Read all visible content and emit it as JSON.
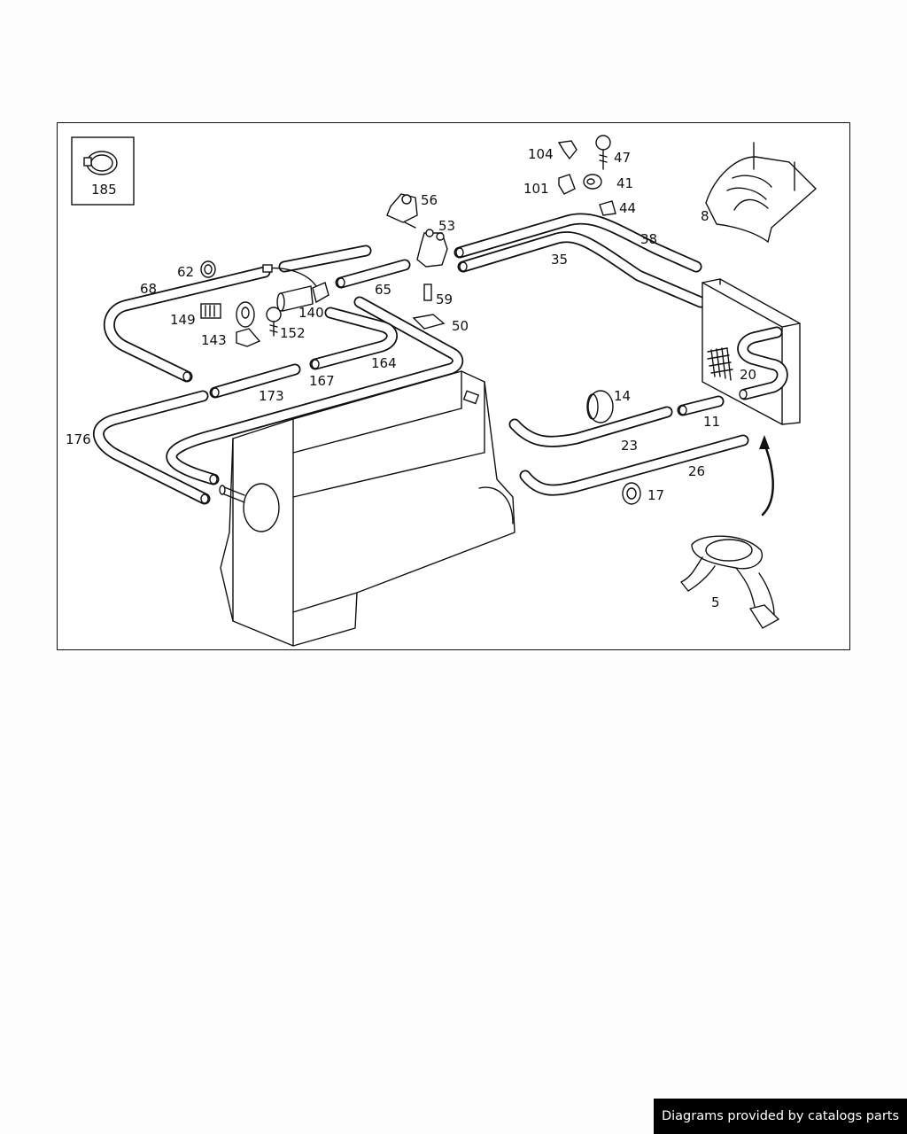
{
  "diagram": {
    "inset_label": "185",
    "callouts": [
      {
        "id": "c104",
        "text": "104"
      },
      {
        "id": "c47",
        "text": "47"
      },
      {
        "id": "c101",
        "text": "101"
      },
      {
        "id": "c41",
        "text": "41"
      },
      {
        "id": "c44",
        "text": "44"
      },
      {
        "id": "c8",
        "text": "8"
      },
      {
        "id": "c56",
        "text": "56"
      },
      {
        "id": "c53",
        "text": "53"
      },
      {
        "id": "c38",
        "text": "38"
      },
      {
        "id": "c35",
        "text": "35"
      },
      {
        "id": "c62",
        "text": "62"
      },
      {
        "id": "c68",
        "text": "68"
      },
      {
        "id": "c65",
        "text": "65"
      },
      {
        "id": "c59",
        "text": "59"
      },
      {
        "id": "c149",
        "text": "149"
      },
      {
        "id": "c140",
        "text": "140"
      },
      {
        "id": "c50",
        "text": "50"
      },
      {
        "id": "c143",
        "text": "143"
      },
      {
        "id": "c152",
        "text": "152"
      },
      {
        "id": "c164",
        "text": "164"
      },
      {
        "id": "c167",
        "text": "167"
      },
      {
        "id": "c20",
        "text": "20"
      },
      {
        "id": "c173",
        "text": "173"
      },
      {
        "id": "c14",
        "text": "14"
      },
      {
        "id": "c11",
        "text": "11"
      },
      {
        "id": "c176",
        "text": "176"
      },
      {
        "id": "c23",
        "text": "23"
      },
      {
        "id": "c26",
        "text": "26"
      },
      {
        "id": "c17",
        "text": "17"
      },
      {
        "id": "c5",
        "text": "5"
      }
    ]
  },
  "footer": {
    "text": "Diagrams provided by catalogs parts"
  }
}
